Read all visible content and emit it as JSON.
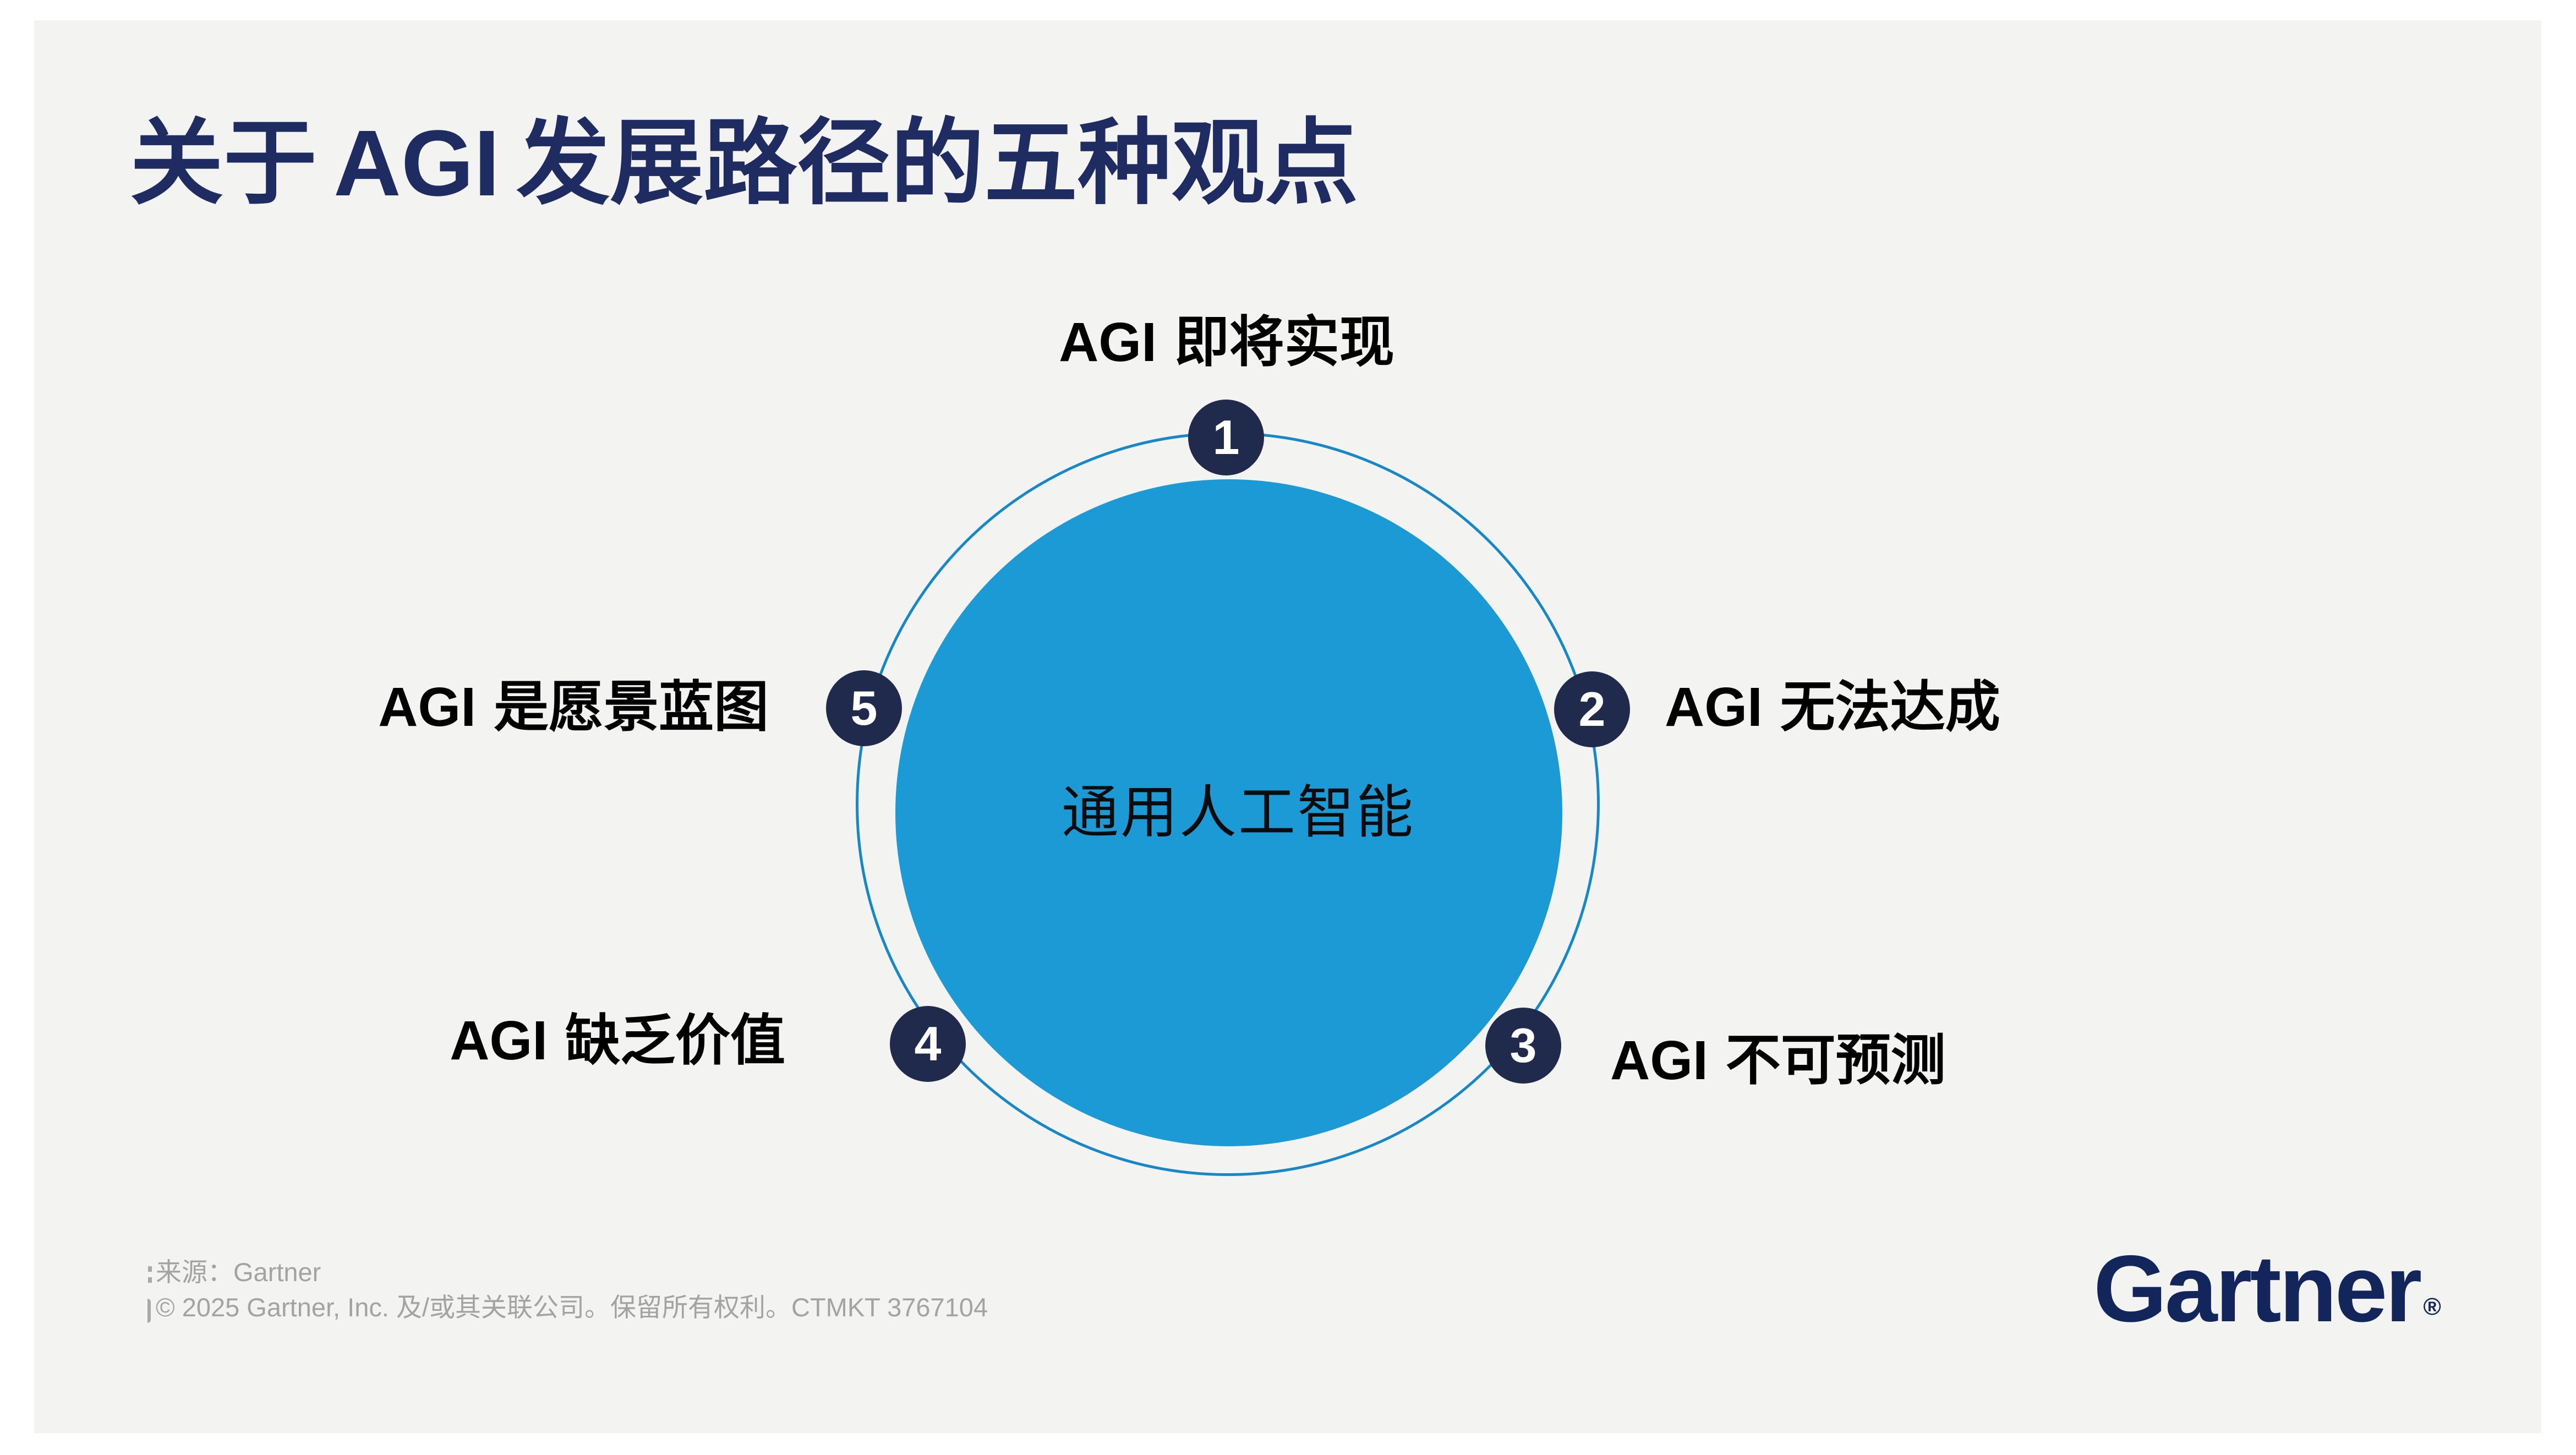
{
  "title": {
    "prefix": "关于",
    "acronym": "AGI",
    "suffix": "发展路径的五种观点",
    "color": "#1e2c62"
  },
  "diagram": {
    "center_label": "通用人工智能",
    "core_circle_color": "#1c9ad6",
    "ring_color": "#1688c7",
    "badge_color": "#1f2a4d",
    "badge_text_color": "#ffffff",
    "items": [
      {
        "number": "1",
        "acronym": "AGI",
        "text": "即将实现",
        "position": "top"
      },
      {
        "number": "2",
        "acronym": "AGI",
        "text": "无法达成",
        "position": "upper-right"
      },
      {
        "number": "3",
        "acronym": "AGI",
        "text": "不可预测",
        "position": "lower-right"
      },
      {
        "number": "4",
        "acronym": "AGI",
        "text": "缺乏价值",
        "position": "lower-left"
      },
      {
        "number": "5",
        "acronym": "AGI",
        "text": "是愿景蓝图",
        "position": "upper-left"
      }
    ]
  },
  "footer": {
    "source_line": "来源：Gartner",
    "copyright_line": "© 2025 Gartner, Inc. 及/或其关联公司。保留所有权利。CTMKT 3767104",
    "color": "#a3a3a3"
  },
  "logo": {
    "text": "Gartner",
    "registered_mark": "®",
    "color": "#13265b"
  }
}
